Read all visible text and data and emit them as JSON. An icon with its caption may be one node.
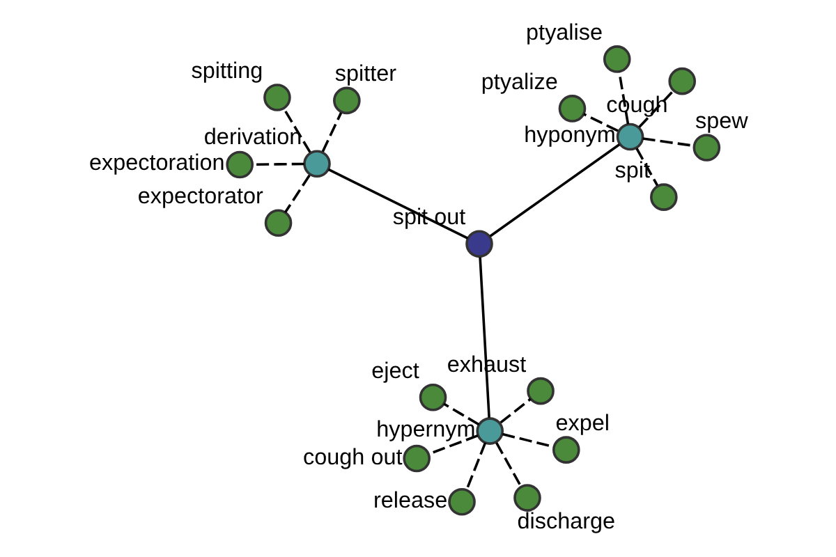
{
  "diagram": {
    "nodes": [
      {
        "text": [
          "spit out"
        ]
      },
      {
        "text": [
          "hypernym"
        ]
      },
      {
        "text": [
          "hyponym"
        ]
      },
      {
        "text": [
          "derivation"
        ]
      },
      {
        "text": [
          "exhaust"
        ]
      },
      {
        "text": [
          "eject"
        ]
      },
      {
        "text": [
          "cough out"
        ]
      },
      {
        "text": [
          "expel"
        ]
      },
      {
        "text": [
          "release"
        ]
      },
      {
        "text": [
          "discharge"
        ]
      },
      {
        "text": [
          "spit"
        ]
      },
      {
        "text": [
          "ptyalize"
        ]
      },
      {
        "text": [
          "spew"
        ]
      },
      {
        "text": [
          "cough"
        ]
      },
      {
        "text": [
          "ptyalise"
        ]
      },
      {
        "text": [
          "expectorator"
        ]
      },
      {
        "text": [
          "spitter"
        ]
      },
      {
        "text": [
          "spitting"
        ]
      },
      {
        "text": [
          "expectoration"
        ]
      }
    ],
    "edges": [
      {
        "from": 0,
        "to": 1,
        "arrow": "none"
      },
      {
        "from": 0,
        "to": 2,
        "arrow": "none"
      },
      {
        "from": 0,
        "to": 3,
        "arrow": "none"
      },
      {
        "from": 1,
        "to": 4,
        "arrow": "none",
        "style": "dashed"
      },
      {
        "from": 1,
        "to": 5,
        "arrow": "none",
        "style": "dashed"
      },
      {
        "from": 1,
        "to": 6,
        "arrow": "none",
        "style": "dashed"
      },
      {
        "from": 1,
        "to": 7,
        "arrow": "none",
        "style": "dashed"
      },
      {
        "from": 1,
        "to": 8,
        "arrow": "none",
        "style": "dashed"
      },
      {
        "from": 1,
        "to": 9,
        "arrow": "none",
        "style": "dashed"
      },
      {
        "from": 2,
        "to": 10,
        "arrow": "none",
        "style": "dashed"
      },
      {
        "from": 2,
        "to": 11,
        "arrow": "none",
        "style": "dashed"
      },
      {
        "from": 2,
        "to": 12,
        "arrow": "none",
        "style": "dashed"
      },
      {
        "from": 2,
        "to": 13,
        "arrow": "none",
        "style": "dashed"
      },
      {
        "from": 2,
        "to": 14,
        "arrow": "none",
        "style": "dashed"
      },
      {
        "from": 3,
        "to": 15,
        "arrow": "none",
        "style": "dashed"
      },
      {
        "from": 3,
        "to": 16,
        "arrow": "none",
        "style": "dashed"
      },
      {
        "from": 3,
        "to": 17,
        "arrow": "none",
        "style": "dashed"
      },
      {
        "from": 3,
        "to": 18,
        "arrow": "none",
        "style": "dashed"
      }
    ]
  }
}
